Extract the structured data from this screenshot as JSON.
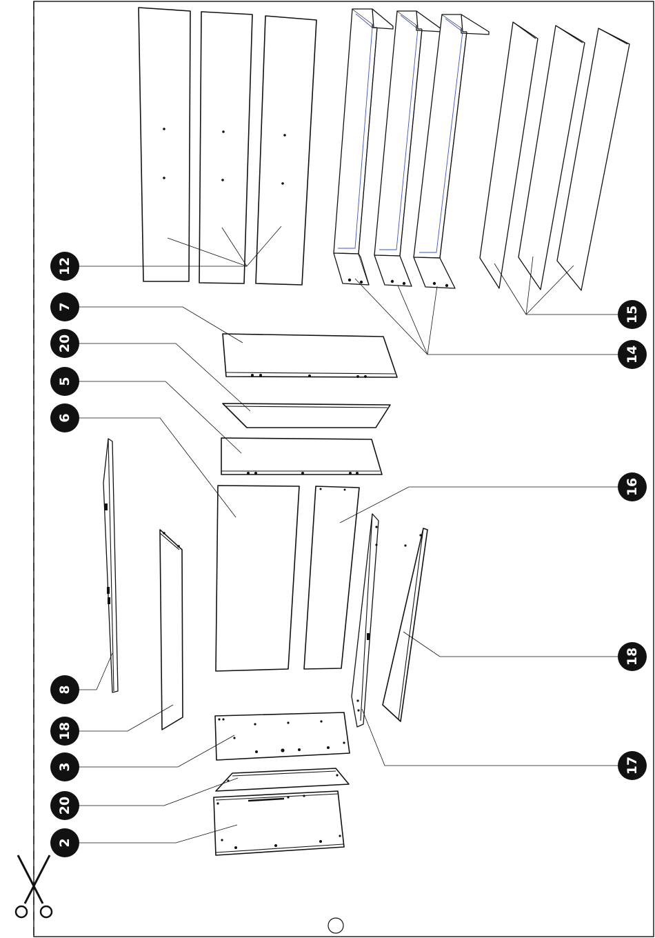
{
  "labels": {
    "p12": "12",
    "p7": "7",
    "p20_top": "20",
    "p5": "5",
    "p6": "6",
    "p8": "8",
    "p18_left": "18",
    "p3": "3",
    "p20_bottom": "20",
    "p2": "2",
    "p14": "14",
    "p15": "15",
    "p16": "16",
    "p18_right": "18",
    "p17": "17"
  },
  "icons": {
    "scissors": "scissors-icon",
    "page_marker": "circle-page-marker"
  },
  "colors": {
    "ink": "#111111",
    "paper": "#ffffff",
    "drawer_highlight": "#3a55c8"
  }
}
